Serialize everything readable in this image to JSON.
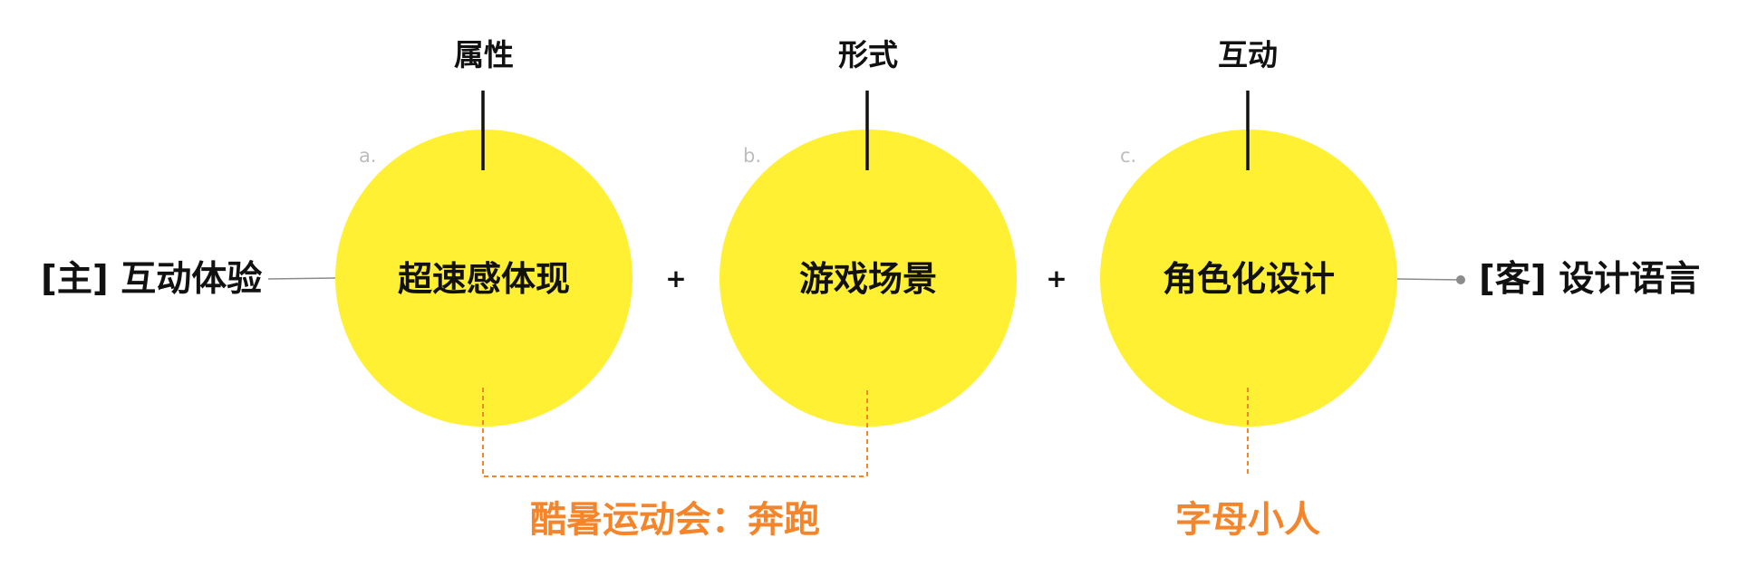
{
  "diagram": {
    "left_label": "[主] 互动体验",
    "right_label": "[客] 设计语言",
    "plus_sign": "+",
    "circles": [
      {
        "letter": "a.",
        "top_label": "属性",
        "center_label": "超速感体现"
      },
      {
        "letter": "b.",
        "top_label": "形式",
        "center_label": "游戏场景"
      },
      {
        "letter": "c.",
        "top_label": "互动",
        "center_label": "角色化设计"
      }
    ],
    "outputs": {
      "first": "酷暑运动会：奔跑",
      "second": "字母小人"
    },
    "colors": {
      "circle_fill": "#FFF033",
      "accent": "#F5852A",
      "text": "#111111",
      "muted": "#BDBDBD",
      "connector": "#8C8C8C"
    }
  }
}
